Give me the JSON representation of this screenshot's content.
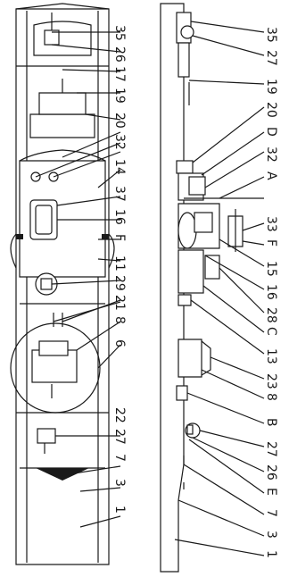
{
  "figure": {
    "plan_labels": [
      "35",
      "26",
      "17",
      "19",
      "20",
      "32",
      "14",
      "37",
      "16",
      "F",
      "11",
      "29",
      "21",
      "8",
      "6",
      "22",
      "27",
      "7",
      "3",
      "1"
    ],
    "profile_labels": [
      "35",
      "27",
      "19",
      "20",
      "D",
      "32",
      "A",
      "33",
      "F",
      "15",
      "16",
      "28",
      "C",
      "13",
      "23",
      "8",
      "B",
      "27",
      "26",
      "E",
      "7",
      "3",
      "1"
    ]
  },
  "colors": {
    "ink": "#1a1a1a",
    "paper": "#ffffff"
  }
}
